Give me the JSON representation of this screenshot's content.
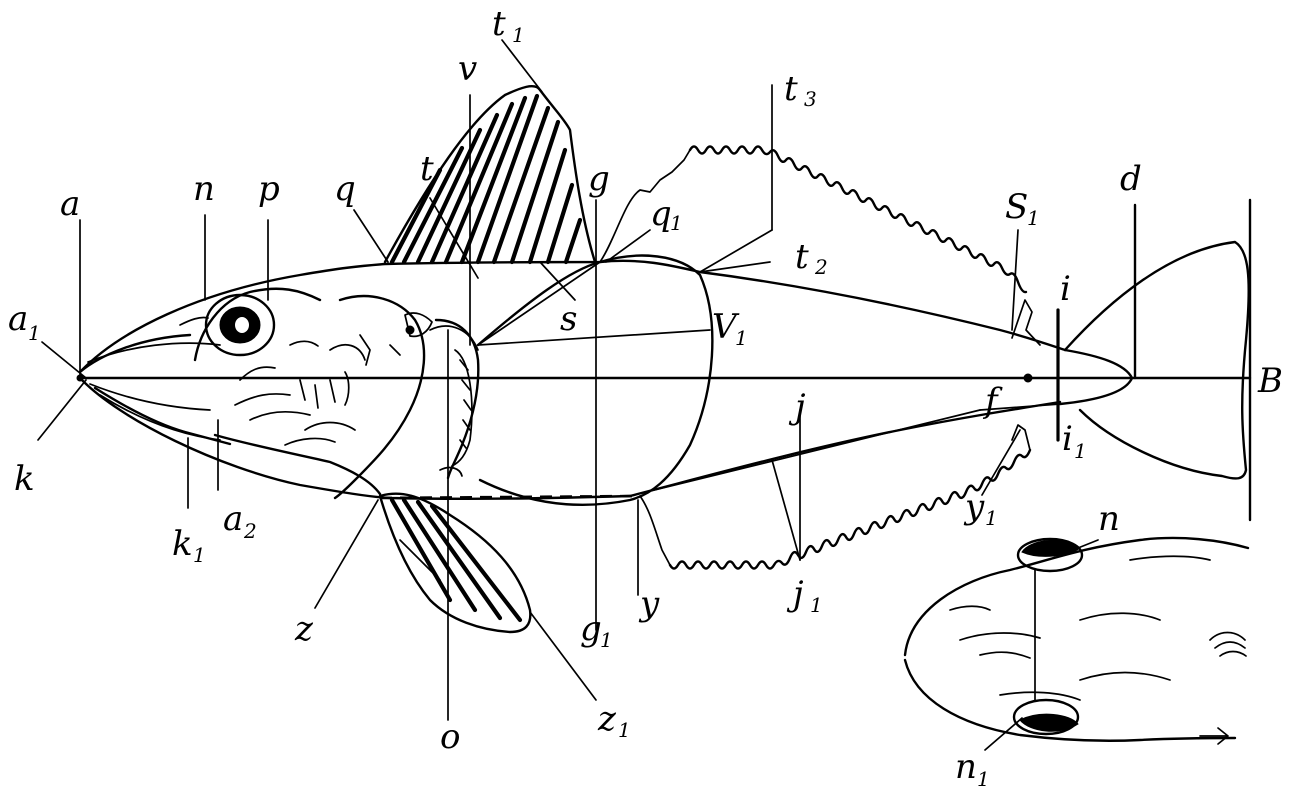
{
  "labels": {
    "a": "a",
    "a1": "a",
    "a2": "a",
    "k": "k",
    "k1": "k",
    "n": "n",
    "p": "p",
    "q": "q",
    "t": "t",
    "v": "v",
    "t1": "t",
    "t3": "t",
    "g": "g",
    "q1": "q",
    "s": "s",
    "v1": "V",
    "t2": "t",
    "s1": "S",
    "d": "d",
    "i": "i",
    "i1": "i",
    "b": "B",
    "f": "f",
    "j": "j",
    "j1": "j",
    "y": "y",
    "y1": "y",
    "g1": "g",
    "z": "z",
    "z1": "z",
    "o": "o",
    "n_inset": "n",
    "n1": "n"
  },
  "subscripts": {
    "a1": "1",
    "a2": "2",
    "k1": "1",
    "t1": "1",
    "t3": "3",
    "q1": "1",
    "v1": "1",
    "t2": "2",
    "s1": "1",
    "i1": "1",
    "j1": "1",
    "y1": "1",
    "g1": "1",
    "z1": "1",
    "n1": "1"
  }
}
